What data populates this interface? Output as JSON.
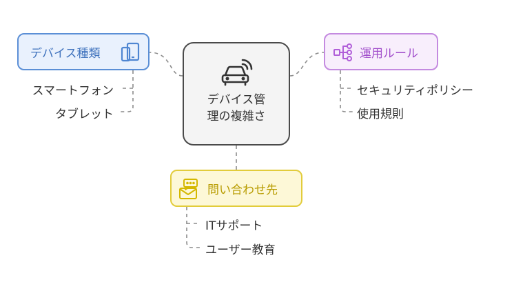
{
  "center": {
    "line1": "デバイス管",
    "line2": "理の複雑さ",
    "icon": "car-icon",
    "colors": {
      "fill": "#f4f4f4",
      "border": "#4a4a4a",
      "icon": "#333333"
    }
  },
  "branches": {
    "devices": {
      "label": "デバイス種類",
      "icon": "smartphone-tablet-icon",
      "color": "#5b8fd6",
      "leaves": [
        "スマートフォン",
        "タブレット"
      ]
    },
    "operation": {
      "label": "運用ルール",
      "icon": "hierarchy-icon",
      "color": "#b15fd9",
      "leaves": [
        "セキュリティポリシー",
        "使用規則"
      ]
    },
    "contact": {
      "label": "問い合わせ先",
      "icon": "envelope-chat-icon",
      "color": "#d4b800",
      "leaves": [
        "ITサポート",
        "ユーザー教育"
      ]
    }
  }
}
